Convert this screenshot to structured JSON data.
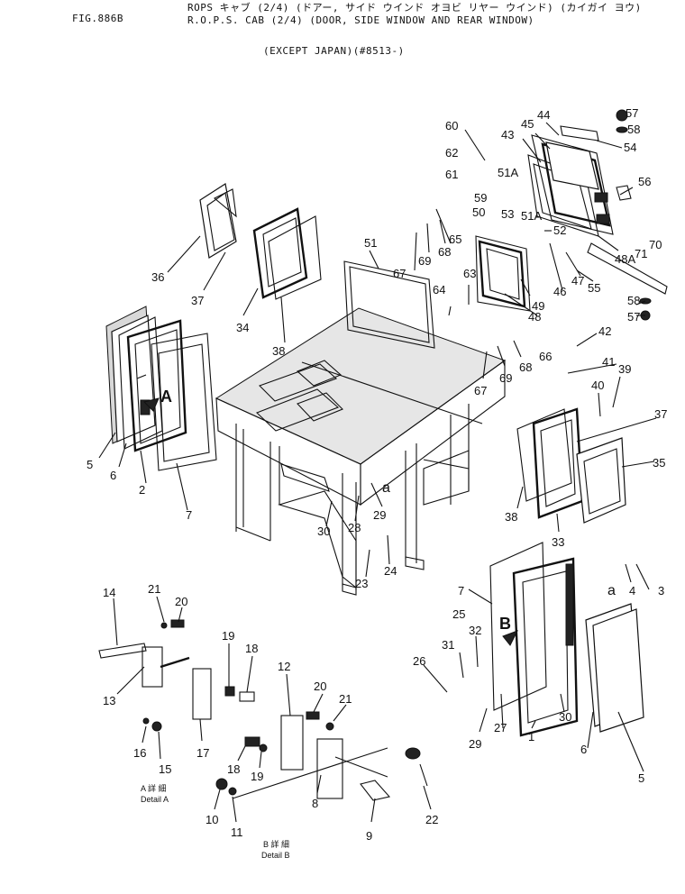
{
  "header": {
    "fig": "FIG.886B",
    "line1": "ROPS キャブ (2/4) (ドアー, サイド ウインド オヨビ リヤー ウインド) (カイガイ ヨウ)",
    "line2": "R.O.P.S. CAB (2/4) (DOOR, SIDE WINDOW AND REAR WINDOW)",
    "line3": "(EXCEPT JAPAN)(#8513-)"
  },
  "views": {
    "A": "A",
    "B": "B",
    "a": "a",
    "detail_a_jp": "A 詳 細",
    "detail_a": "Detail A",
    "detail_b_jp": "B 詳 細",
    "detail_b": "Detail B"
  },
  "callouts": [
    "1",
    "2",
    "3",
    "4",
    "5",
    "6",
    "7",
    "8",
    "9",
    "10",
    "11",
    "12",
    "13",
    "14",
    "15",
    "16",
    "17",
    "18",
    "19",
    "20",
    "21",
    "22",
    "23",
    "24",
    "25",
    "26",
    "27",
    "28",
    "29",
    "30",
    "31",
    "32",
    "33",
    "34",
    "35",
    "36",
    "37",
    "38",
    "39",
    "40",
    "41",
    "42",
    "43",
    "44",
    "45",
    "46",
    "47",
    "48",
    "48A",
    "49",
    "50",
    "51",
    "51A",
    "52",
    "53",
    "54",
    "55",
    "56",
    "57",
    "58",
    "59",
    "60",
    "61",
    "62",
    "63",
    "64",
    "65",
    "66",
    "67",
    "68",
    "69",
    "70",
    "71"
  ]
}
